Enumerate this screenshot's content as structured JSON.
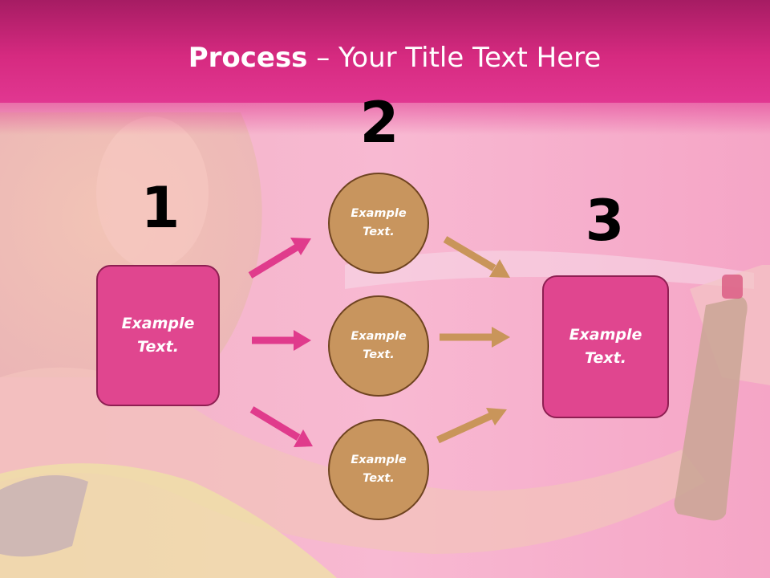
{
  "title": {
    "bold": "Process",
    "rest": " – Your Title Text Here"
  },
  "steps": [
    {
      "number": "1",
      "text_line1": "Example",
      "text_line2": "Text."
    },
    {
      "number": "2"
    },
    {
      "number": "3",
      "text_line1": "Example",
      "text_line2": "Text."
    }
  ],
  "circles": [
    {
      "line1": "Example",
      "line2": "Text."
    },
    {
      "line1": "Example",
      "line2": "Text."
    },
    {
      "line1": "Example",
      "line2": "Text."
    }
  ],
  "colors": {
    "title_bar": "#d62a80",
    "pink_box": "#e0468f",
    "pink_box_border": "#8e1f52",
    "circle_fill": "#c8955e",
    "circle_border": "#6f4420",
    "arrow_left": "#e03b8c",
    "arrow_right": "#c9955a"
  }
}
